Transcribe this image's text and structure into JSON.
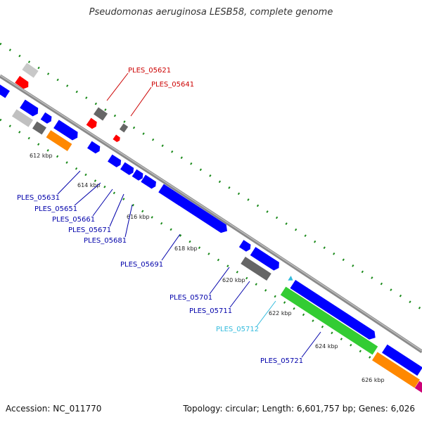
{
  "title": "Pseudomonas aeruginosa LESB58, complete genome",
  "footer": {
    "accession": "Accession: NC_011770",
    "stats": "Topology: circular; Length: 6,601,757 bp; Genes: 6,026"
  },
  "colors": {
    "backbone": "#8a8a8a",
    "cds_forward": "#0000ff",
    "cds_reverse_highlight": "#ff0000",
    "gene_label_blue": "#0000aa",
    "gene_label_red": "#cc0000",
    "gene_label_cyan": "#33bbdd",
    "tick_green": "#1a8a1a",
    "green_feature": "#33cc33",
    "orange_feature": "#ff8800",
    "grey_feature": "#666666",
    "light_grey_feature": "#c0c0c0",
    "magenta_feature": "#cc0077"
  },
  "scale_labels": [
    "612 kbp",
    "614 kbp",
    "616 kbp",
    "618 kbp",
    "620 kbp",
    "622 kbp",
    "624 kbp",
    "626 kbp"
  ],
  "gene_labels": [
    {
      "id": "PLES_05621",
      "color": "red"
    },
    {
      "id": "PLES_05641",
      "color": "red"
    },
    {
      "id": "PLES_05631",
      "color": "blue"
    },
    {
      "id": "PLES_05651",
      "color": "blue"
    },
    {
      "id": "PLES_05661",
      "color": "blue"
    },
    {
      "id": "PLES_05671",
      "color": "blue"
    },
    {
      "id": "PLES_05681",
      "color": "blue"
    },
    {
      "id": "PLES_05691",
      "color": "blue"
    },
    {
      "id": "PLES_05701",
      "color": "blue"
    },
    {
      "id": "PLES_05711",
      "color": "blue"
    },
    {
      "id": "PLES_05712",
      "color": "cyan"
    },
    {
      "id": "PLES_05721",
      "color": "blue"
    }
  ]
}
